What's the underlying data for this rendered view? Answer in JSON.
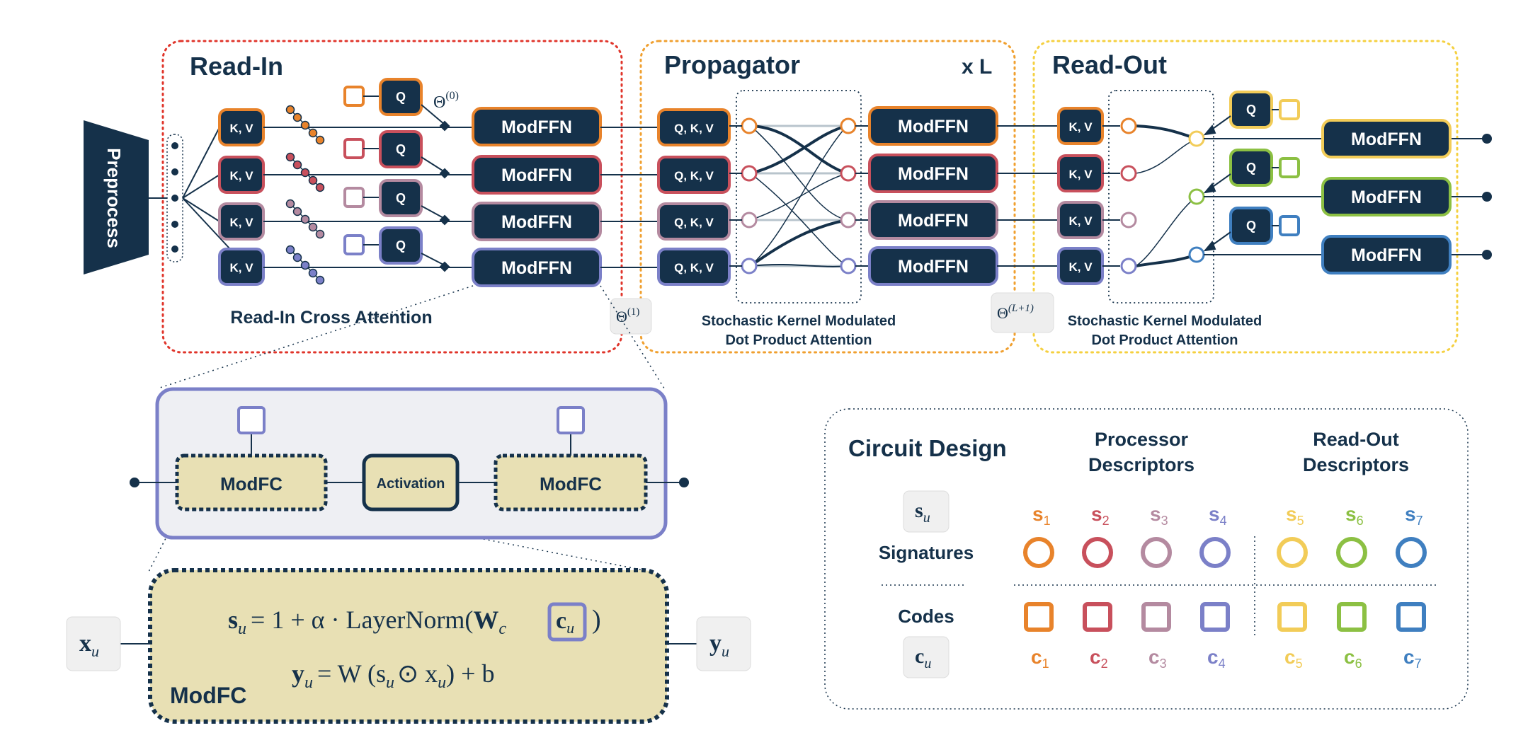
{
  "colors": {
    "navy": "#15314a",
    "orange": "#e8832b",
    "red": "#c8505c",
    "mauve": "#b48aa0",
    "purple": "#7b80c8",
    "yellow": "#f2cc58",
    "green": "#8cc043",
    "blue": "#3f7fc0",
    "readin_border": "#e0352b",
    "propagator_border": "#f0a030",
    "readout_border": "#f5d040",
    "modfc_fill": "#e8e0b4",
    "panel_fill": "#eeeff3"
  },
  "sections": {
    "readin": "Read-In",
    "propagator": "Propagator",
    "times_l": "x L",
    "readout": "Read-Out"
  },
  "labels": {
    "preprocess": "Preprocess",
    "kv": "K, V",
    "q": "Q",
    "qkv": "Q, K, V",
    "modffn": "ModFFN",
    "readin_cross_attention": "Read-In Cross Attention",
    "skm_line1": "Stochastic Kernel Modulated",
    "skm_line2": "Dot Product Attention",
    "theta_sym": "Θ",
    "theta0_sup": "(0)",
    "theta1_sup": "(1)",
    "thetaL_sup": "(L+1)"
  },
  "modffn_detail": {
    "modfc_left": "ModFC",
    "activation": "Activation",
    "modfc_right": "ModFC"
  },
  "modfc_box": {
    "title": "ModFC",
    "input": "x",
    "input_sub": "u",
    "output": "y",
    "output_sub": "u",
    "eq1_left": "s",
    "eq1_sub": "u",
    "eq1_mid": "= 1 + α · LayerNorm(",
    "eq1_w": "W",
    "eq1_wsub": "c",
    "eq1_code": "c",
    "eq1_code_sub": "u",
    "eq1_close": ")",
    "eq2": "= W (s",
    "eq2_odot": "⊙ x",
    "eq2_end": ") + b"
  },
  "circuit": {
    "title": "Circuit Design",
    "processor_descriptors_line1": "Processor",
    "processor_descriptors_line2": "Descriptors",
    "readout_descriptors_line1": "Read-Out",
    "readout_descriptors_line2": "Descriptors",
    "signatures": "Signatures",
    "codes": "Codes",
    "su": "s",
    "su_sub": "u",
    "cu": "c",
    "cu_sub": "u",
    "s_labels": [
      {
        "sym": "s",
        "sub": "1"
      },
      {
        "sym": "s",
        "sub": "2"
      },
      {
        "sym": "s",
        "sub": "3"
      },
      {
        "sym": "s",
        "sub": "4"
      },
      {
        "sym": "s",
        "sub": "5"
      },
      {
        "sym": "s",
        "sub": "6"
      },
      {
        "sym": "s",
        "sub": "7"
      }
    ],
    "c_labels": [
      {
        "sym": "c",
        "sub": "1"
      },
      {
        "sym": "c",
        "sub": "2"
      },
      {
        "sym": "c",
        "sub": "3"
      },
      {
        "sym": "c",
        "sub": "4"
      },
      {
        "sym": "c",
        "sub": "5"
      },
      {
        "sym": "c",
        "sub": "6"
      },
      {
        "sym": "c",
        "sub": "7"
      }
    ]
  }
}
